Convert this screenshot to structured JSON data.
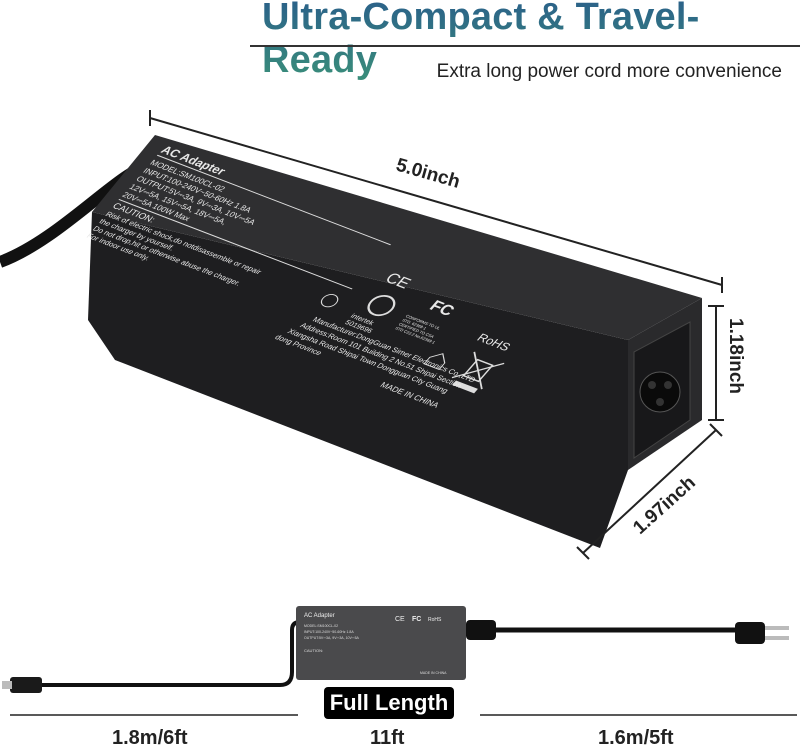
{
  "header": {
    "title": "Ultra-Compact & Travel-Ready",
    "subtitle": "Extra long power cord more convenience"
  },
  "dimensions": {
    "length": "5.0inch",
    "height": "1.18inch",
    "width": "1.97inch"
  },
  "adapter_label": {
    "heading": "AC Adapter",
    "model": "MODEL:SM100CL-02",
    "input": "INPUT:100-240V~50-60Hz 1.8A",
    "output1": "OUTPUT:5V⎓3A,  9V⎓3A,  10V⎓5A",
    "output2": "12V⎓5A,  15V⎓5A,  18V⎓5A,",
    "output3": "20V⎓5A  100W Max",
    "caution": "CAUTION:",
    "warn1": "Risk of electric shock,do notdisassemble or repair",
    "warn2": "the charger by yourself.",
    "warn3": "Do not drop,hit or otherwise abuse the charger.",
    "warn4": "For indoor use only.",
    "ce": "CE",
    "fc": "FC",
    "rohs": "RoHS",
    "intertek": "intertek",
    "cert_no": "5019696",
    "conform1": "CONFORMS TO UL",
    "conform2": "STD. 62368-1",
    "conform3": "CERTIFIED TO CSA",
    "conform4": "STD C22.2 No.62368-1",
    "manufacturer": "Manufacturer:DongGuan Simer Electronics Co.,LTD",
    "address1": "Address:Room 101 Building 2 No.51 Shipai Section",
    "address2": "Xiangsha Road Shipai Town Dongguan City Guang",
    "address3": "dong Province",
    "made_in": "MADE IN CHINA"
  },
  "cable": {
    "badge": "Full Length",
    "left_length": "1.8m/6ft",
    "total_length": "11ft",
    "right_length": "1.6m/5ft"
  },
  "colors": {
    "title": "#2e6f86",
    "adapter_body": "#2b2b2d",
    "label_text": "#e8e8e8"
  }
}
